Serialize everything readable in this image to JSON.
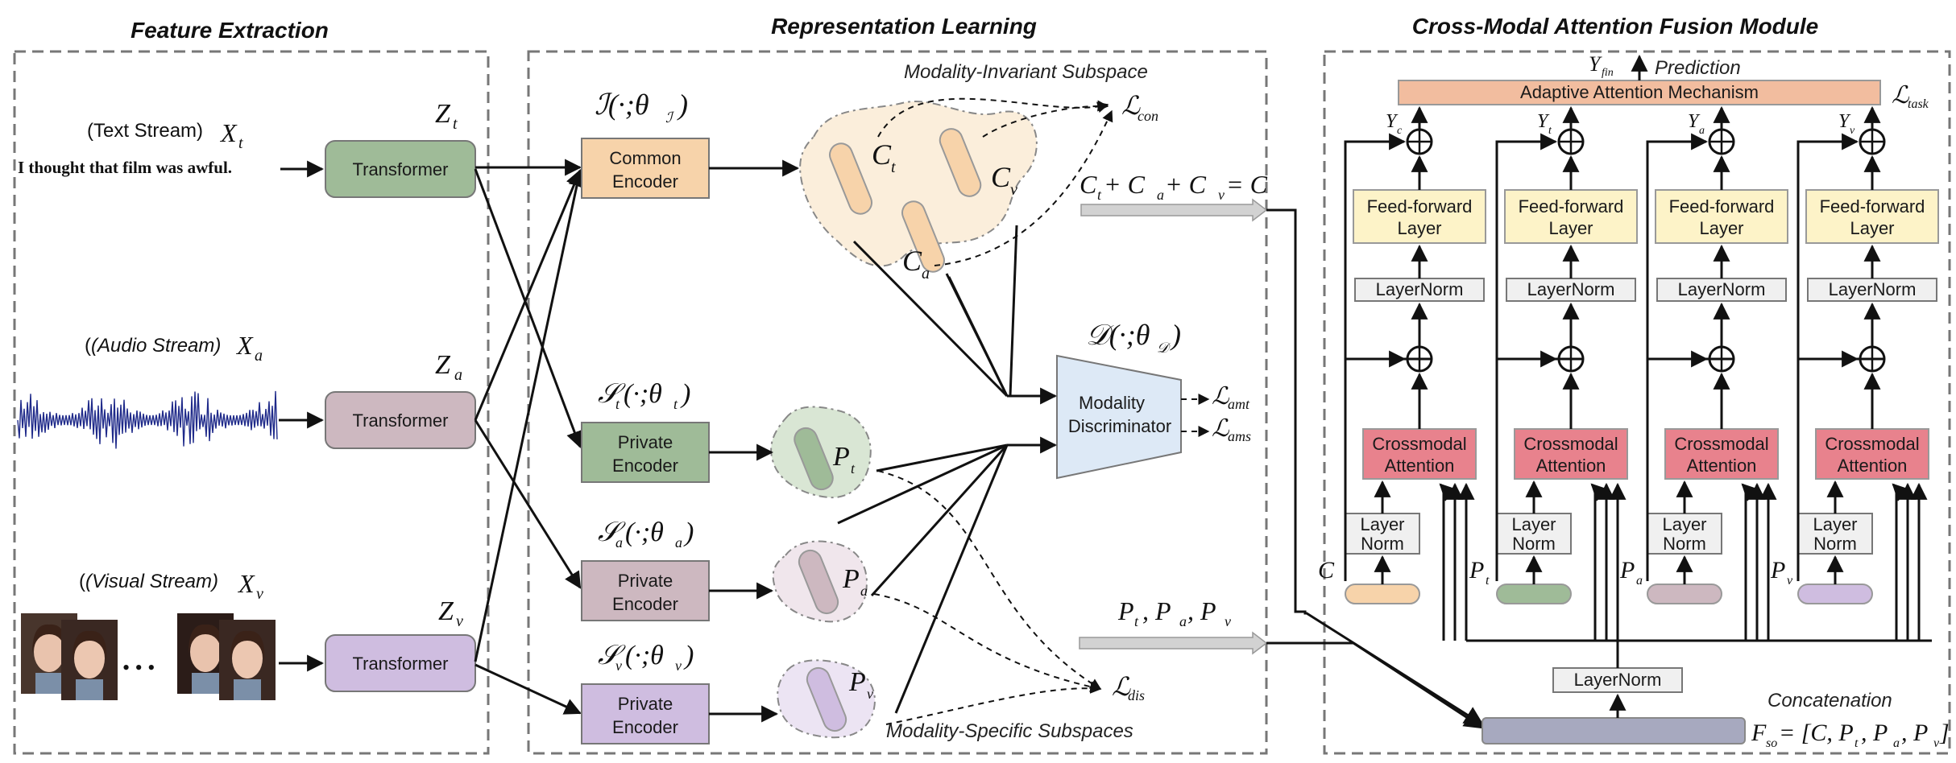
{
  "sections": {
    "feature_extraction": "Feature Extraction",
    "representation_learning": "Representation Learning",
    "fusion": "Cross-Modal Attention Fusion Module"
  },
  "streams": {
    "text": "(Text Stream)",
    "audio": "(Audio Stream)",
    "visual": "(Visual Stream)",
    "sentence": "I thought that film was awful.",
    "dots": "• • •"
  },
  "symbols": {
    "Xt": "X",
    "Xt_sub": "t",
    "Xa": "X",
    "Xa_sub": "a",
    "Xv": "X",
    "Xv_sub": "v",
    "Zt": "Z",
    "Zt_sub": "t",
    "Za": "Z",
    "Za_sub": "a",
    "Zv": "Z",
    "Zv_sub": "v",
    "common_func": "ℐ(·;θ",
    "common_func_sub": "ℐ",
    "close": ")",
    "St": "𝒮",
    "St_sub": "t",
    "St_args": "(·;θ",
    "St_theta_sub": "t",
    "Sa": "𝒮",
    "Sa_sub": "a",
    "Sa_args": "(·;θ",
    "Sa_theta_sub": "a",
    "Sv": "𝒮",
    "Sv_sub": "v",
    "Sv_args": "(·;θ",
    "Sv_theta_sub": "v",
    "D": "𝒟(·;θ",
    "D_sub": "𝒟",
    "Ct": "C",
    "Ct_sub": "t",
    "Cv": "C",
    "Cv_sub": "v",
    "Ca": "C",
    "Ca_sub": "a",
    "Pt": "P",
    "Pt_sub": "t",
    "Pa": "P",
    "Pa_sub": "a",
    "Pv": "P",
    "Pv_sub": "v",
    "L": "ℒ",
    "L_con": "con",
    "L_amt": "amt",
    "L_ams": "ams",
    "L_dis": "dis",
    "L_task": "task",
    "C_eq_a": "C",
    "C_eq_sub_t": "t",
    "C_eq_plus1": " + C",
    "C_eq_sub_a": "a",
    "C_eq_plus2": " + C",
    "C_eq_sub_v": "v",
    "C_eq_end": " = C",
    "P_list": "P",
    "P_list_sub_t": "t",
    "P_list_c1": ", P",
    "P_list_sub_a": "a",
    "P_list_c2": ", P",
    "P_list_sub_v": "v",
    "Y_fin": "Y",
    "Y_fin_sub": "fin",
    "Yc": "Y",
    "Yc_sub": "c",
    "Yt": "Y",
    "Yt_sub": "t",
    "Ya": "Y",
    "Ya_sub": "a",
    "Yv": "Y",
    "Yv_sub": "v",
    "in_C": "C",
    "in_Pt": "P",
    "in_Pt_sub": "t",
    "in_Pa": "P",
    "in_Pa_sub": "a",
    "in_Pv": "P",
    "in_Pv_sub": "v",
    "F_so": "F",
    "F_so_sub": "so",
    "F_so_eq": " = [C, P",
    "F_so_t": "t",
    "F_so_c1": ", P",
    "F_so_a": "a",
    "F_so_c2": ", P",
    "F_so_v": "v",
    "F_so_end": "]"
  },
  "boxes": {
    "transformer": "Transformer",
    "common_encoder_1": "Common",
    "common_encoder_2": "Encoder",
    "private_1": "Private",
    "private_2": "Encoder",
    "disc_1": "Modality",
    "disc_2": "Discriminator",
    "ffn_1": "Feed-forward",
    "ffn_2": "Layer",
    "layernorm": "LayerNorm",
    "layer_norm_1": "Layer",
    "layer_norm_2": "Norm",
    "cma_1": "Crossmodal",
    "cma_2": "Attention",
    "adaptive": "Adaptive Attention Mechanism",
    "prediction": "Prediction",
    "concatenation": "Concatenation",
    "invariant_subspace": "Modality-Invariant Subspace",
    "specific_subspaces": "Modality-Specific Subspaces"
  },
  "colors": {
    "green": "#9fbb98",
    "mauve": "#cdb8c0",
    "lavender": "#cfbde0",
    "peach": "#f7d3aa",
    "blue": "#dde9f6",
    "yellow": "#fdf3c8",
    "pink": "#e8828d",
    "orange": "#f2bd9f",
    "gray": "#f0f0f0",
    "slate": "#a7a9bf"
  }
}
